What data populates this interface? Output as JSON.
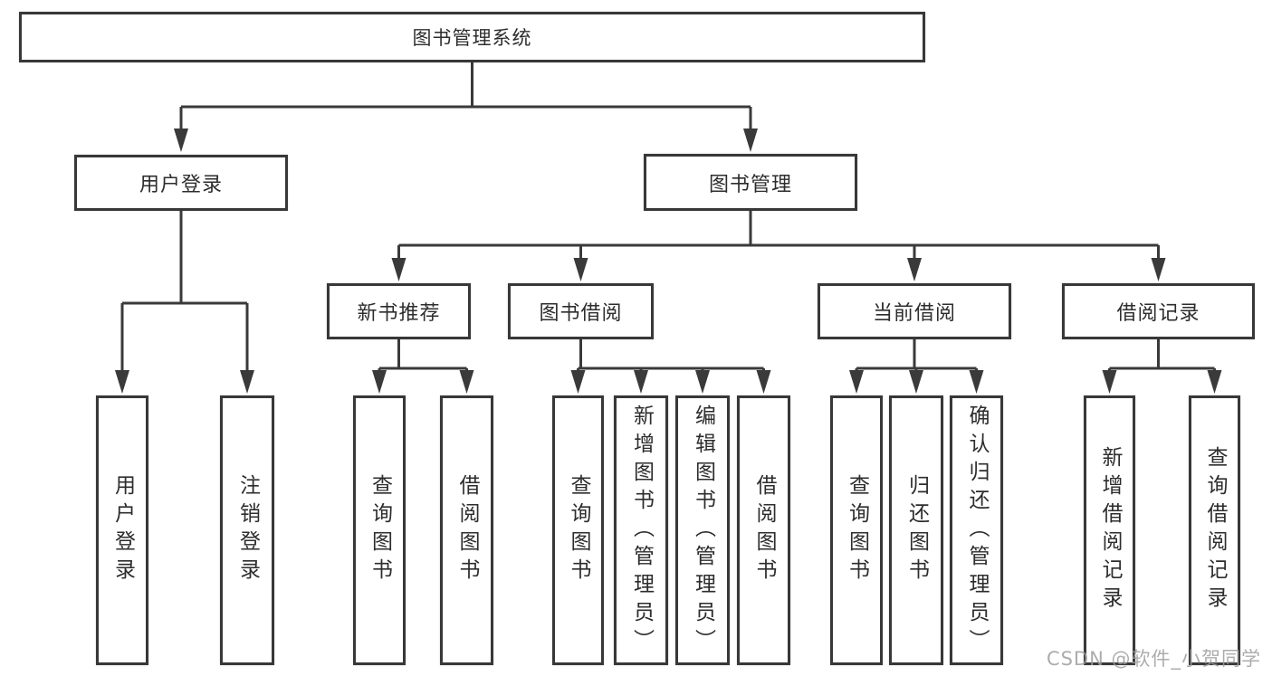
{
  "colors": {
    "line": "#3a3a3a",
    "box_border": "#383838",
    "text": "#2d2d2d",
    "watermark": "#9e9e9e",
    "background": "#ffffff"
  },
  "diagram": {
    "root": {
      "label": "图书管理系统"
    },
    "level2": [
      {
        "label": "用户登录"
      },
      {
        "label": "图书管理"
      }
    ],
    "level3": [
      {
        "label": "新书推荐",
        "parent": "图书管理"
      },
      {
        "label": "图书借阅",
        "parent": "图书管理"
      },
      {
        "label": "当前借阅",
        "parent": "图书管理"
      },
      {
        "label": "借阅记录",
        "parent": "图书管理"
      }
    ],
    "leaves": [
      {
        "label": "用户登录",
        "parent": "用户登录"
      },
      {
        "label": "注销登录",
        "parent": "用户登录"
      },
      {
        "label": "查询图书",
        "parent": "新书推荐"
      },
      {
        "label": "借阅图书",
        "parent": "新书推荐"
      },
      {
        "label": "查询图书",
        "parent": "图书借阅"
      },
      {
        "label": "新增图书（管理员）",
        "parent": "图书借阅"
      },
      {
        "label": "编辑图书（管理员）",
        "parent": "图书借阅"
      },
      {
        "label": "借阅图书",
        "parent": "图书借阅"
      },
      {
        "label": "查询图书",
        "parent": "当前借阅"
      },
      {
        "label": "归还图书",
        "parent": "当前借阅"
      },
      {
        "label": "确认归还（管理员）",
        "parent": "当前借阅"
      },
      {
        "label": "新增借阅记录",
        "parent": "借阅记录"
      },
      {
        "label": "查询借阅记录",
        "parent": "借阅记录"
      }
    ]
  },
  "watermark": {
    "text": "CSDN @软件_小贺同学"
  }
}
